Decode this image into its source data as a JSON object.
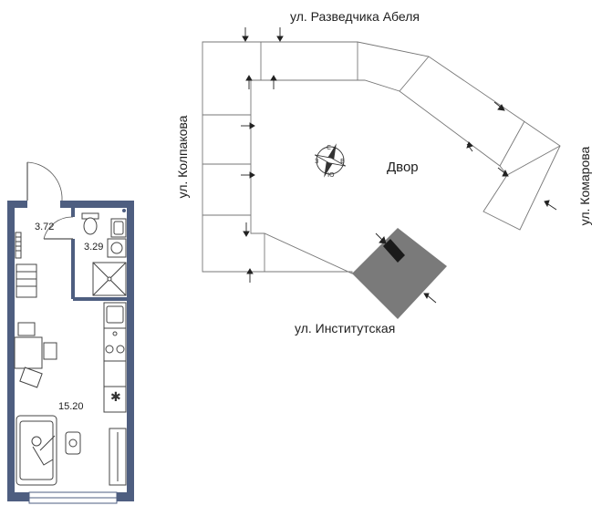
{
  "streets": {
    "top": "ул. Разведчика Абеля",
    "left": "ул. Колпакова",
    "right": "ул. Комарова",
    "bottom": "ул. Институтская"
  },
  "yard_label": "Двор",
  "rooms": {
    "hall_area": "3.72",
    "bath_area": "3.29",
    "main_area": "15.20"
  },
  "colors": {
    "wall_blue": "#4e5e80",
    "apartment_dark": "#7a7a7a",
    "line": "#555555"
  }
}
